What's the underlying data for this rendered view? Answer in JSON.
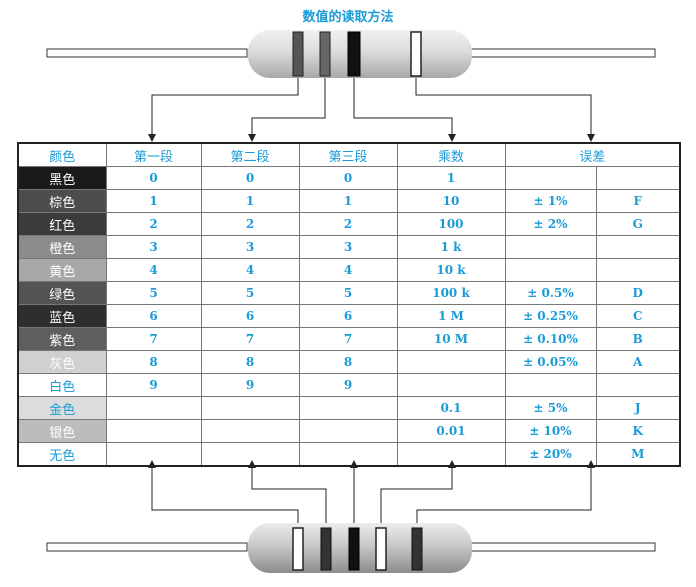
{
  "title": "数值的读取方法",
  "headers": {
    "color": "颜色",
    "band1": "第一段",
    "band2": "第二段",
    "band3": "第三段",
    "multiplier": "乘数",
    "tolerance": "误差"
  },
  "rows": [
    {
      "name": "黑色",
      "bg": "#1a1a1a",
      "fg": "#ffffff",
      "b1": "0",
      "b2": "0",
      "b3": "0",
      "mult": "1",
      "tol": "",
      "code": ""
    },
    {
      "name": "棕色",
      "bg": "#4d4d4d",
      "fg": "#ffffff",
      "b1": "1",
      "b2": "1",
      "b3": "1",
      "mult": "10",
      "tol": "± 1%",
      "code": "F"
    },
    {
      "name": "红色",
      "bg": "#3b3b3b",
      "fg": "#ffffff",
      "b1": "2",
      "b2": "2",
      "b3": "2",
      "mult": "100",
      "tol": "± 2%",
      "code": "G"
    },
    {
      "name": "橙色",
      "bg": "#8c8c8c",
      "fg": "#ffffff",
      "b1": "3",
      "b2": "3",
      "b3": "3",
      "mult": "1 k",
      "tol": "",
      "code": ""
    },
    {
      "name": "黄色",
      "bg": "#a8a8a8",
      "fg": "#ffffff",
      "b1": "4",
      "b2": "4",
      "b3": "4",
      "mult": "10 k",
      "tol": "",
      "code": ""
    },
    {
      "name": "绿色",
      "bg": "#545454",
      "fg": "#ffffff",
      "b1": "5",
      "b2": "5",
      "b3": "5",
      "mult": "100 k",
      "tol": "± 0.5%",
      "code": "D"
    },
    {
      "name": "蓝色",
      "bg": "#2e2e2e",
      "fg": "#ffffff",
      "b1": "6",
      "b2": "6",
      "b3": "6",
      "mult": "1 M",
      "tol": "± 0.25%",
      "code": "C"
    },
    {
      "name": "紫色",
      "bg": "#5e5e5e",
      "fg": "#ffffff",
      "b1": "7",
      "b2": "7",
      "b3": "7",
      "mult": "10 M",
      "tol": "± 0.10%",
      "code": "B"
    },
    {
      "name": "灰色",
      "bg": "#d0d0d0",
      "fg": "#ffffff",
      "b1": "8",
      "b2": "8",
      "b3": "8",
      "mult": "",
      "tol": "± 0.05%",
      "code": "A"
    },
    {
      "name": "白色",
      "bg": "#ffffff",
      "fg": "#1a9bd6",
      "b1": "9",
      "b2": "9",
      "b3": "9",
      "mult": "",
      "tol": "",
      "code": ""
    },
    {
      "name": "金色",
      "bg": "#dcdcdc",
      "fg": "#1a9bd6",
      "b1": "",
      "b2": "",
      "b3": "",
      "mult": "0.1",
      "tol": "± 5%",
      "code": "J"
    },
    {
      "name": "银色",
      "bg": "#bcbcbc",
      "fg": "#ffffff",
      "b1": "",
      "b2": "",
      "b3": "",
      "mult": "0.01",
      "tol": "± 10%",
      "code": "K"
    },
    {
      "name": "无色",
      "bg": "#ffffff",
      "fg": "#1a9bd6",
      "b1": "",
      "b2": "",
      "b3": "",
      "mult": "",
      "tol": "± 20%",
      "code": "M"
    }
  ],
  "colors": {
    "accent": "#1a9bd6",
    "line": "#222222"
  }
}
